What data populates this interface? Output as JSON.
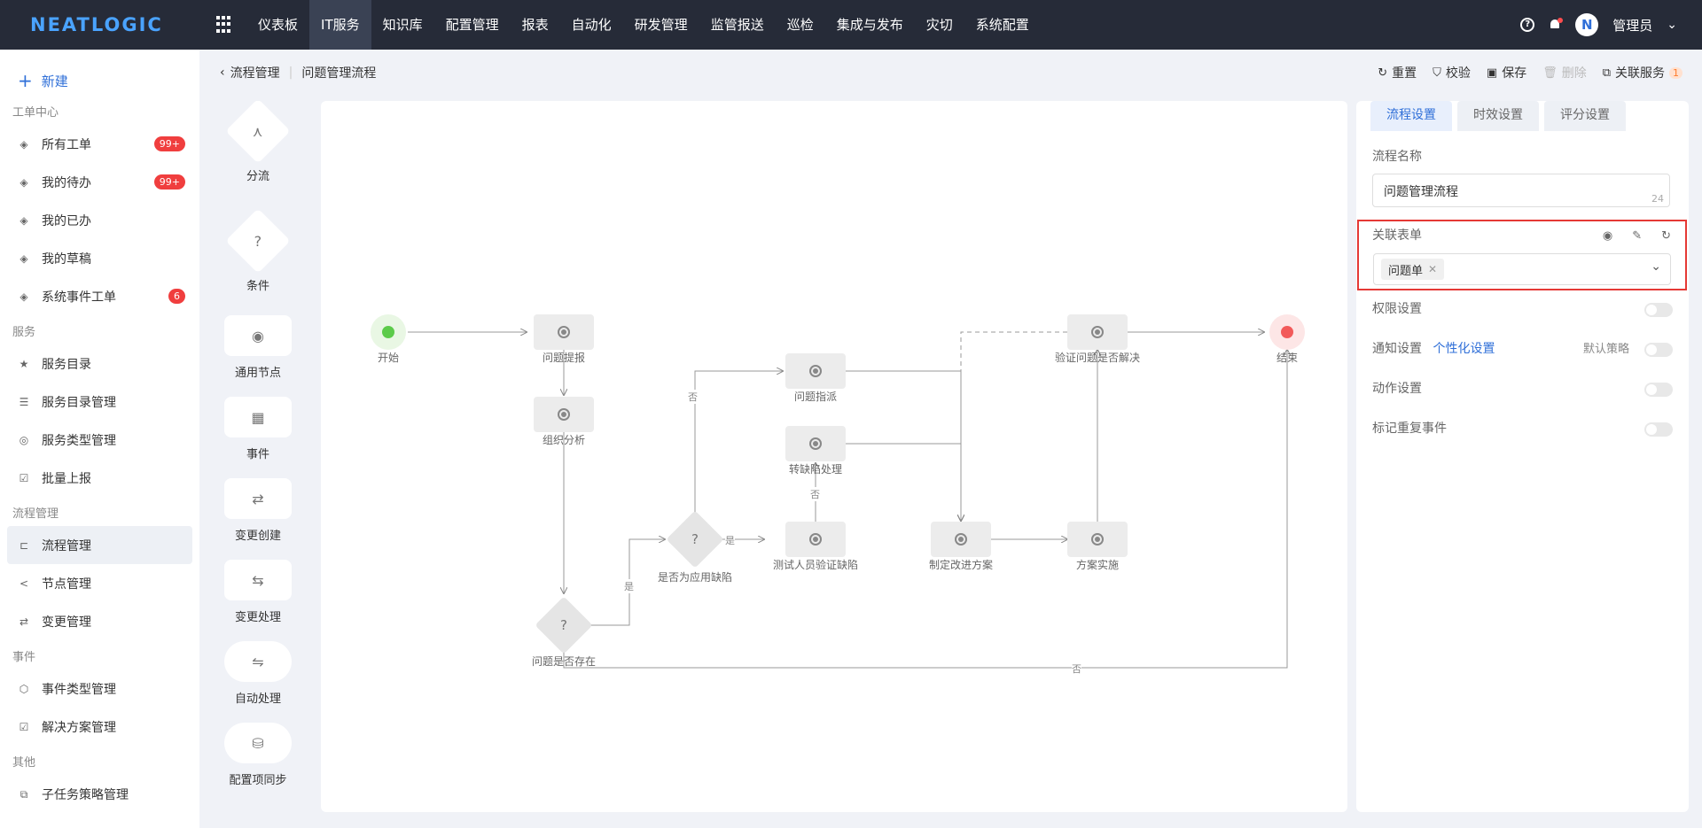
{
  "app": {
    "logo": "NEATLOGIC",
    "user": "管理员",
    "avatar_letter": "N",
    "help_glyph": "?"
  },
  "menu": [
    "仪表板",
    "IT服务",
    "知识库",
    "配置管理",
    "报表",
    "自动化",
    "研发管理",
    "监管报送",
    "巡检",
    "集成与发布",
    "灾切",
    "系统配置"
  ],
  "sidebar": {
    "new_label": "新建",
    "groups": [
      {
        "title": "工单中心",
        "items": [
          {
            "label": "所有工单",
            "icon": "tag-icon",
            "badge": "99+"
          },
          {
            "label": "我的待办",
            "icon": "tag-icon",
            "badge": "99+"
          },
          {
            "label": "我的已办",
            "icon": "tag-icon"
          },
          {
            "label": "我的草稿",
            "icon": "tag-icon"
          },
          {
            "label": "系统事件工单",
            "icon": "tag-icon",
            "badge": "6"
          }
        ]
      },
      {
        "title": "服务",
        "items": [
          {
            "label": "服务目录",
            "icon": "star-icon"
          },
          {
            "label": "服务目录管理",
            "icon": "list-icon"
          },
          {
            "label": "服务类型管理",
            "icon": "bolt-icon"
          },
          {
            "label": "批量上报",
            "icon": "upload-icon"
          }
        ]
      },
      {
        "title": "流程管理",
        "items": [
          {
            "label": "流程管理",
            "icon": "flow-icon",
            "active": true
          },
          {
            "label": "节点管理",
            "icon": "share-icon"
          },
          {
            "label": "变更管理",
            "icon": "swap-icon"
          }
        ]
      },
      {
        "title": "事件",
        "items": [
          {
            "label": "事件类型管理",
            "icon": "cube-icon"
          },
          {
            "label": "解决方案管理",
            "icon": "calendar-check-icon"
          }
        ]
      },
      {
        "title": "其他",
        "items": [
          {
            "label": "子任务策略管理",
            "icon": "task-icon"
          }
        ]
      }
    ]
  },
  "breadcrumb": {
    "parent": "流程管理",
    "current": "问题管理流程"
  },
  "toolbar": {
    "reset": "重置",
    "validate": "校验",
    "save": "保存",
    "delete": "删除",
    "related": "关联服务",
    "related_count": "1"
  },
  "palette": [
    "分流",
    "条件",
    "通用节点",
    "事件",
    "变更创建",
    "变更处理",
    "自动处理",
    "配置项同步"
  ],
  "flow": {
    "nodes": [
      "开始",
      "问题提报",
      "组织分析",
      "问题是否存在",
      "是否为应用缺陷",
      "问题指派",
      "转缺陷处理",
      "测试人员验证缺陷",
      "制定改进方案",
      "方案实施",
      "验证问题是否解决",
      "结束"
    ],
    "edge_labels": {
      "no1": "否",
      "yes1": "是",
      "yes2": "是",
      "no2": "否",
      "no3": "否"
    }
  },
  "right_panel": {
    "tabs": [
      "流程设置",
      "时效设置",
      "评分设置"
    ],
    "name_label": "流程名称",
    "name_value": "问题管理流程",
    "name_count": "24",
    "form_label": "关联表单",
    "form_tag": "问题单",
    "permission_label": "权限设置",
    "notify_label": "通知设置",
    "notify_link": "个性化设置",
    "notify_default": "默认策略",
    "action_label": "动作设置",
    "repeat_label": "标记重复事件"
  }
}
